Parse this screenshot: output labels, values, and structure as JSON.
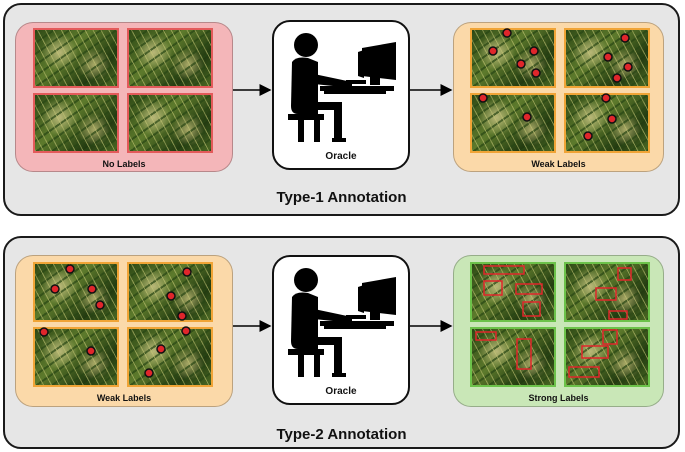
{
  "type1": {
    "title": "Type-1 Annotation",
    "left_label": "No Labels",
    "oracle_label": "Oracle",
    "right_label": "Weak Labels"
  },
  "type2": {
    "title": "Type-2 Annotation",
    "left_label": "Weak Labels",
    "oracle_label": "Oracle",
    "right_label": "Strong Labels"
  },
  "colors": {
    "no_labels_box": "#f4b6b9",
    "weak_labels_box": "#fbd9a9",
    "strong_labels_box": "#c9e7b7",
    "point_marker": "#e0262b",
    "bbox_marker": "#e0262b"
  },
  "icons": {
    "oracle": "person-at-computer-icon",
    "flow": "arrow-right-icon",
    "weak_label": "point-marker-icon",
    "strong_label": "bounding-box-icon"
  }
}
